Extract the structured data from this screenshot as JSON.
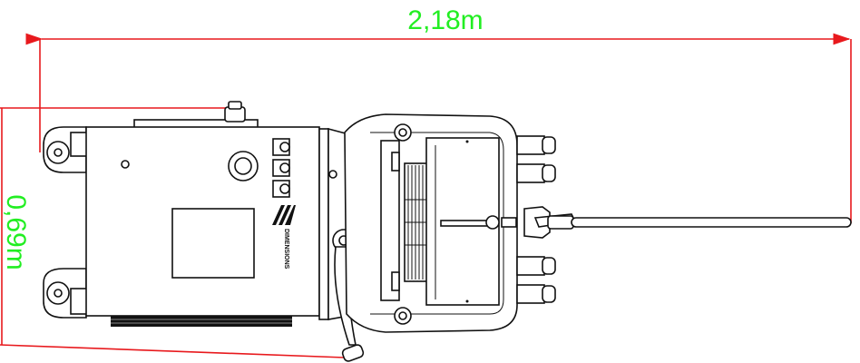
{
  "dimensions": {
    "width_label": "2,18m",
    "height_label": "0,69m"
  },
  "colors": {
    "dimension_line": "#e8191d",
    "dimension_text": "#22ee22",
    "drawing_line": "#111111"
  },
  "logo": {
    "text": "DIMENSIONS"
  }
}
